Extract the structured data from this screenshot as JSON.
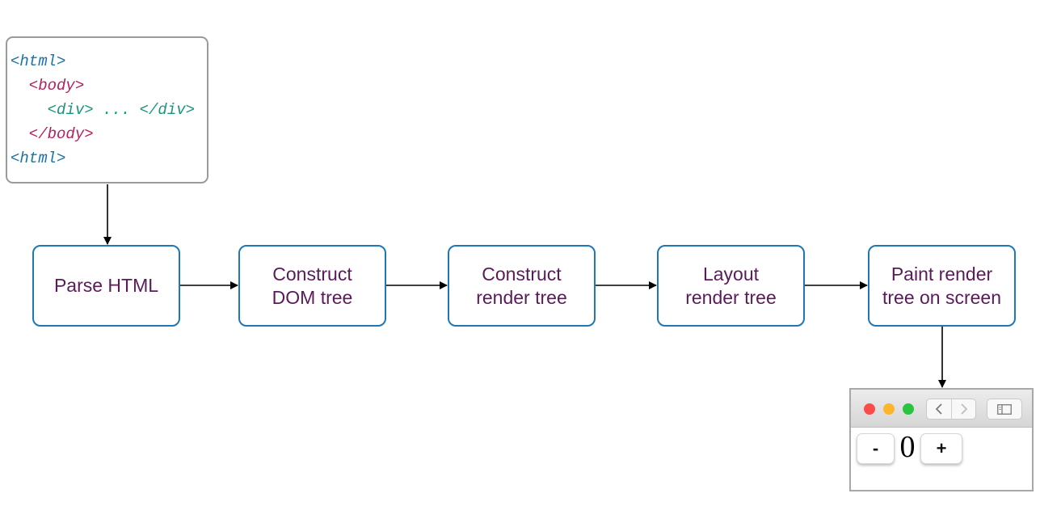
{
  "code": {
    "line1": "<html>",
    "line2": "  <body>",
    "line3": "    <div> ... </div>",
    "line4": "  </body>",
    "line5": "<html>"
  },
  "steps": [
    {
      "line1": "Parse HTML",
      "line2": ""
    },
    {
      "line1": "Construct",
      "line2": "DOM tree"
    },
    {
      "line1": "Construct",
      "line2": "render tree"
    },
    {
      "line1": "Layout",
      "line2": "render tree"
    },
    {
      "line1": "Paint render",
      "line2": "tree on screen"
    }
  ],
  "browser": {
    "minus_label": "-",
    "counter_value": "0",
    "plus_label": "+"
  },
  "colors": {
    "step_border": "#1f77b4",
    "step_text": "#5b1a5a",
    "html_tag": "#1a73a8",
    "body_tag": "#b5205e",
    "div_tag": "#17977e"
  }
}
